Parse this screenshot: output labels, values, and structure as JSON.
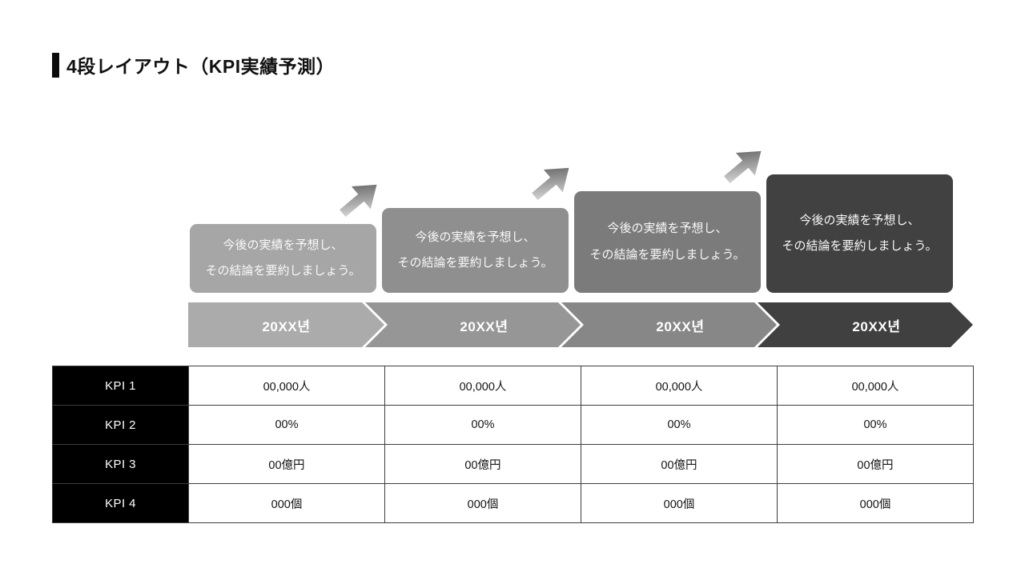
{
  "title": {
    "text": "4段レイアウト（KPI実績予測）"
  },
  "stages": [
    {
      "note_line1": "今後の実績を予想し、",
      "note_line2": "その結論を要約しましょう。",
      "year": "20XX년",
      "box_color": "#a6a6a6",
      "chevron_color": "#ababab"
    },
    {
      "note_line1": "今後の実績を予想し、",
      "note_line2": "その結論を要約しましょう。",
      "year": "20XX년",
      "box_color": "#8f8f8f",
      "chevron_color": "#969696"
    },
    {
      "note_line1": "今後の実績を予想し、",
      "note_line2": "その結論を要約しましょう。",
      "year": "20XX년",
      "box_color": "#7b7b7b",
      "chevron_color": "#878787"
    },
    {
      "note_line1": "今後の実績を予想し、",
      "note_line2": "その結論を要約しましょう。",
      "year": "20XX년",
      "box_color": "#414141",
      "chevron_color": "#404040"
    }
  ],
  "table": {
    "rows": [
      {
        "label": "KPI 1",
        "values": [
          "00,000人",
          "00,000人",
          "00,000人",
          "00,000人"
        ]
      },
      {
        "label": "KPI 2",
        "values": [
          "00%",
          "00%",
          "00%",
          "00%"
        ]
      },
      {
        "label": "KPI 3",
        "values": [
          "00億円",
          "00億円",
          "00億円",
          "00億円"
        ]
      },
      {
        "label": "KPI 4",
        "values": [
          "000個",
          "000個",
          "000個",
          "000個"
        ]
      }
    ]
  },
  "colors": {
    "title_bar": "#0b0b0b",
    "kpi_header_bg": "#000000",
    "table_border": "#3e3e3e",
    "arrow_gradient_from": "#f0f0f0",
    "arrow_gradient_to": "#4d4d4d"
  }
}
